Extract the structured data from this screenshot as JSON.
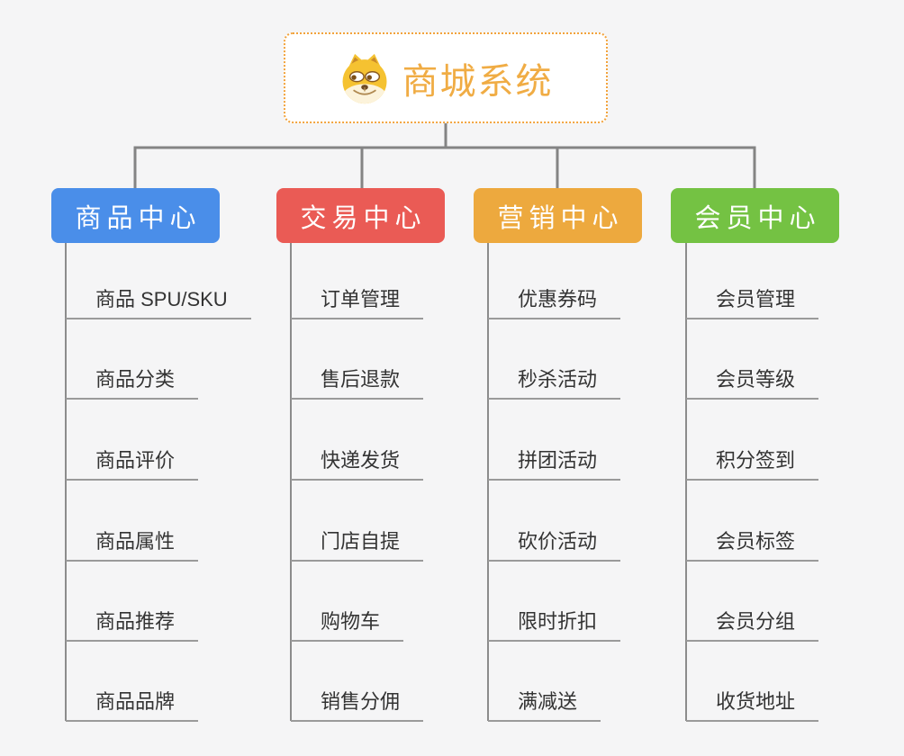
{
  "canvas": {
    "background_color": "#F5F5F6",
    "connector_color": "#848484",
    "spine_color": "#8C8C8C",
    "underline_color": "#9A9A9A"
  },
  "root": {
    "title": "商城系统",
    "icon": "doge-dog-face-icon",
    "border_color": "#F2A33C",
    "title_color": "#F0AC44",
    "fill_color": "#FFFFFF"
  },
  "branches": [
    {
      "label": "商品中心",
      "color": "#4A8EE9",
      "items": [
        "商品 SPU/SKU",
        "商品分类",
        "商品评价",
        "商品属性",
        "商品推荐",
        "商品品牌"
      ]
    },
    {
      "label": "交易中心",
      "color": "#EA5B55",
      "items": [
        "订单管理",
        "售后退款",
        "快递发货",
        "门店自提",
        "购物车",
        "销售分佣"
      ]
    },
    {
      "label": "营销中心",
      "color": "#EDA93E",
      "items": [
        "优惠券码",
        "秒杀活动",
        "拼团活动",
        "砍价活动",
        "限时折扣",
        "满减送"
      ]
    },
    {
      "label": "会员中心",
      "color": "#74C243",
      "items": [
        "会员管理",
        "会员等级",
        "积分签到",
        "会员标签",
        "会员分组",
        "收货地址"
      ]
    }
  ]
}
